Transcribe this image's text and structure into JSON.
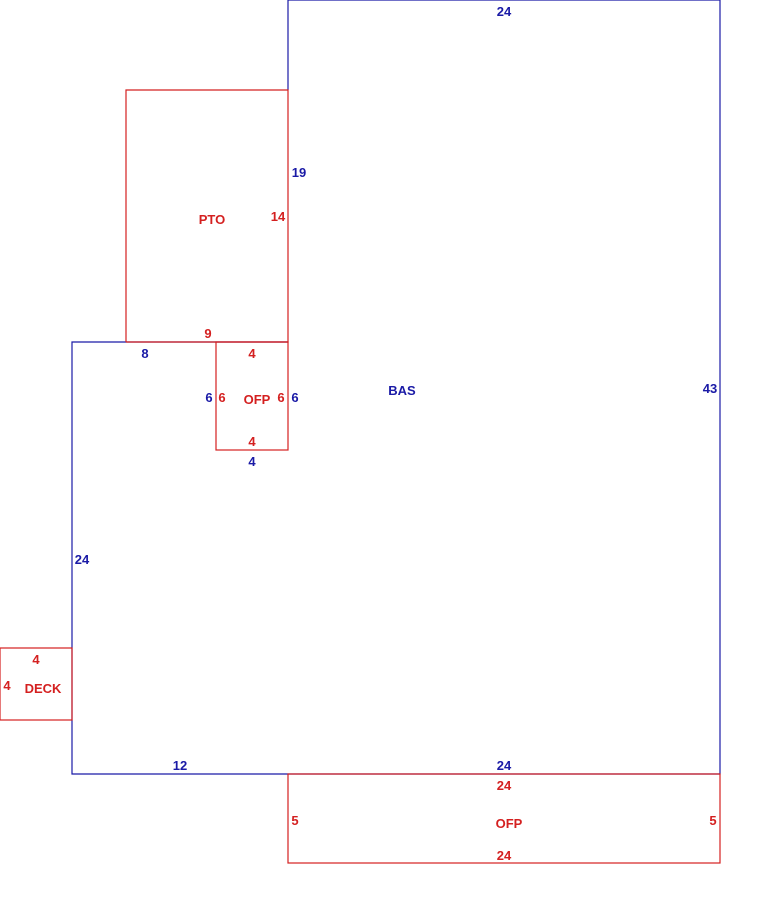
{
  "colors": {
    "main_outline": "#1a1aa6",
    "addition_outline": "#d42020"
  },
  "areas": {
    "bas": {
      "label": "BAS",
      "dims": {
        "top": "24",
        "right": "43",
        "bottom_right": "24",
        "bottom_left": "12",
        "left": "24",
        "step_top": "8",
        "step_side": "19"
      }
    },
    "pto": {
      "label": "PTO",
      "dims": {
        "right": "14",
        "bottom": "9"
      }
    },
    "ofp_inner": {
      "label": "OFP",
      "dims": {
        "top": "4",
        "bottom": "4",
        "left": "6",
        "right": "6",
        "outer_left": "6",
        "outer_right": "6",
        "outer_bottom": "4"
      }
    },
    "deck": {
      "label": "DECK",
      "dims": {
        "top": "4",
        "left": "4"
      }
    },
    "ofp_bottom": {
      "label": "OFP",
      "dims": {
        "top": "24",
        "bottom": "24",
        "left": "5",
        "right": "5"
      }
    }
  }
}
